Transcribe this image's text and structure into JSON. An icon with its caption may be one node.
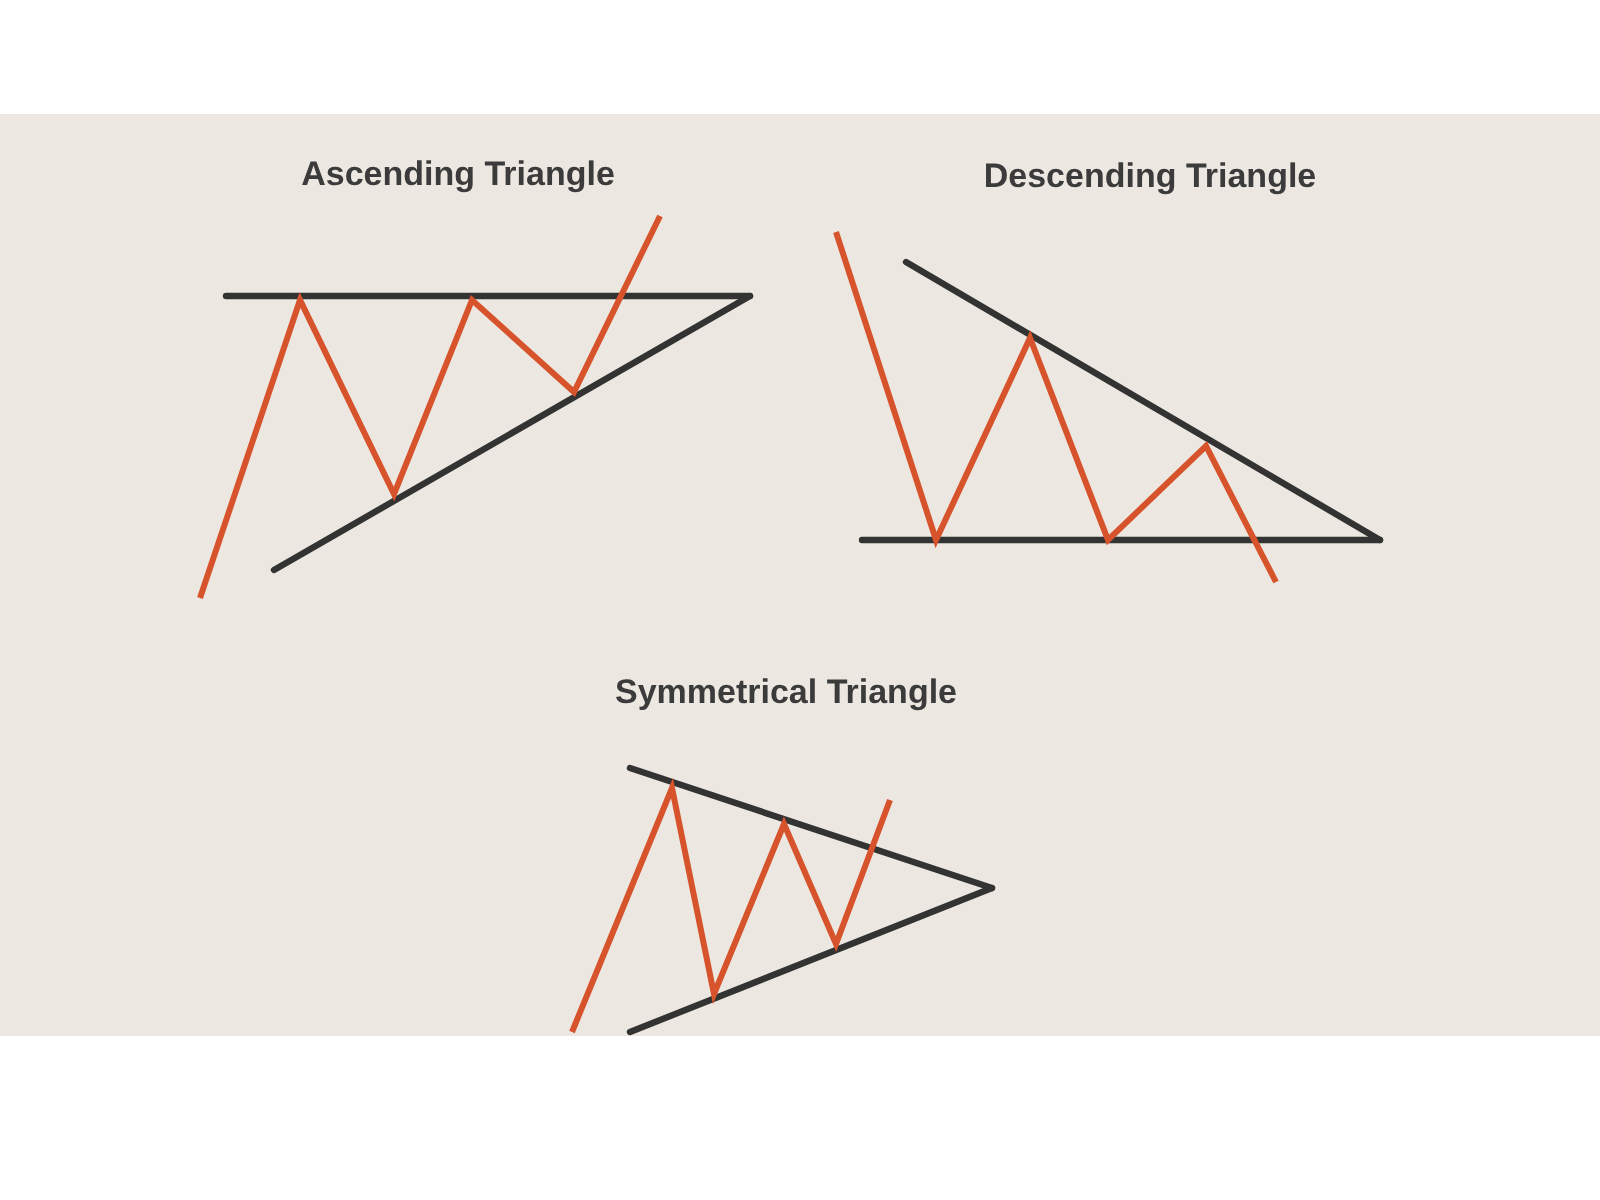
{
  "diagram": {
    "labels": [
      "Ascending Triangle",
      "Descending Triangle",
      "Symmetrical Triangle"
    ]
  }
}
